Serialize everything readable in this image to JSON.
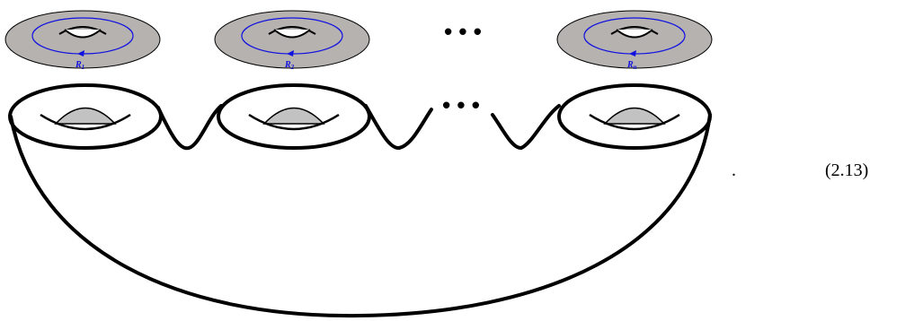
{
  "diagram": {
    "top_tori": [
      {
        "label": "R",
        "sub": "1"
      },
      {
        "label": "R",
        "sub": "2"
      },
      {
        "label": "R",
        "sub": "n"
      }
    ],
    "top_ellipsis": "• • •",
    "bottom_ellipsis": "• • •",
    "period": ".",
    "equation_number": "(2.13)",
    "colors": {
      "torus_fill": "#b5b2b0",
      "hole_fill": "#c2c2c2",
      "cycle": "#1010e0",
      "ink": "#000000"
    }
  }
}
